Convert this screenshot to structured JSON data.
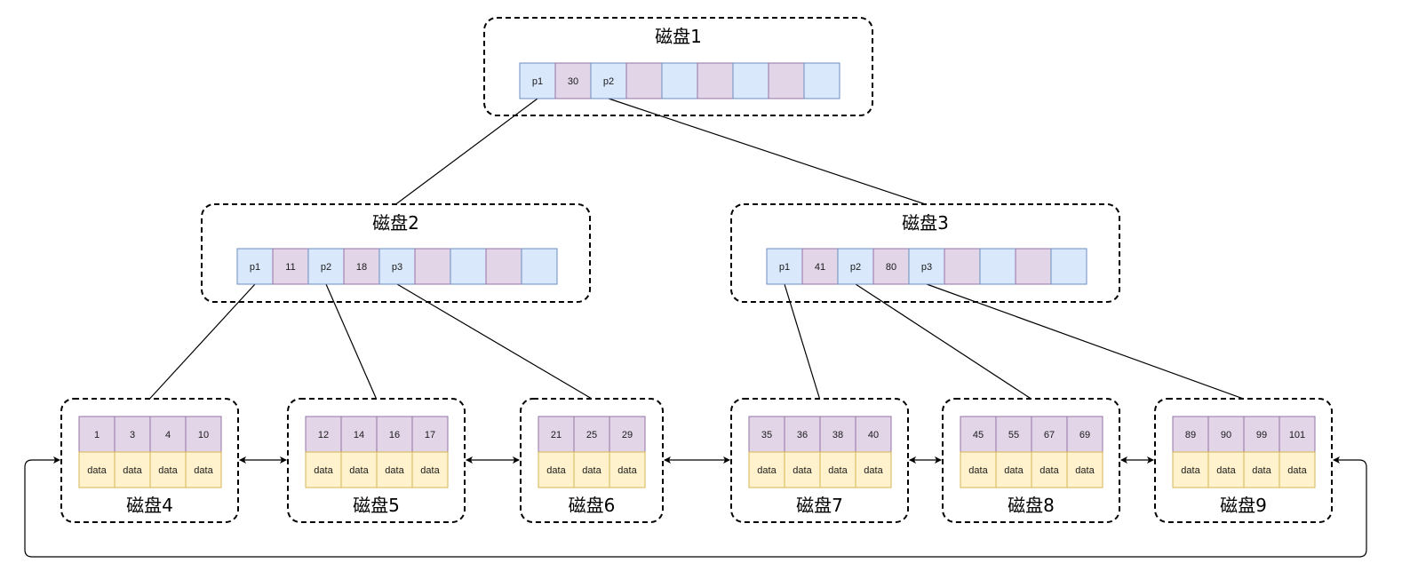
{
  "colors": {
    "pointer_fill": "#dae8fc",
    "pointer_stroke": "#6c8ebf",
    "key_fill": "#e1d5e7",
    "key_stroke": "#9673a6",
    "data_fill": "#fff2cc",
    "data_stroke": "#d6b656",
    "line": "#000000"
  },
  "internal_nodes": [
    {
      "id": "disk1",
      "label": "磁盘1",
      "cells": [
        {
          "kind": "p",
          "text": "p1"
        },
        {
          "kind": "k",
          "text": "30"
        },
        {
          "kind": "p",
          "text": "p2"
        },
        {
          "kind": "k",
          "text": ""
        },
        {
          "kind": "p",
          "text": ""
        },
        {
          "kind": "k",
          "text": ""
        },
        {
          "kind": "p",
          "text": ""
        },
        {
          "kind": "k",
          "text": ""
        },
        {
          "kind": "p",
          "text": ""
        }
      ]
    },
    {
      "id": "disk2",
      "label": "磁盘2",
      "cells": [
        {
          "kind": "p",
          "text": "p1"
        },
        {
          "kind": "k",
          "text": "11"
        },
        {
          "kind": "p",
          "text": "p2"
        },
        {
          "kind": "k",
          "text": "18"
        },
        {
          "kind": "p",
          "text": "p3"
        },
        {
          "kind": "k",
          "text": ""
        },
        {
          "kind": "p",
          "text": ""
        },
        {
          "kind": "k",
          "text": ""
        },
        {
          "kind": "p",
          "text": ""
        }
      ]
    },
    {
      "id": "disk3",
      "label": "磁盘3",
      "cells": [
        {
          "kind": "p",
          "text": "p1"
        },
        {
          "kind": "k",
          "text": "41"
        },
        {
          "kind": "p",
          "text": "p2"
        },
        {
          "kind": "k",
          "text": "80"
        },
        {
          "kind": "p",
          "text": "p3"
        },
        {
          "kind": "k",
          "text": ""
        },
        {
          "kind": "p",
          "text": ""
        },
        {
          "kind": "k",
          "text": ""
        },
        {
          "kind": "p",
          "text": ""
        }
      ]
    }
  ],
  "leaf_nodes": [
    {
      "id": "disk4",
      "label": "磁盘4",
      "keys": [
        "1",
        "3",
        "4",
        "10"
      ],
      "data": [
        "data",
        "data",
        "data",
        "data"
      ]
    },
    {
      "id": "disk5",
      "label": "磁盘5",
      "keys": [
        "12",
        "14",
        "16",
        "17"
      ],
      "data": [
        "data",
        "data",
        "data",
        "data"
      ]
    },
    {
      "id": "disk6",
      "label": "磁盘6",
      "keys": [
        "21",
        "25",
        "29"
      ],
      "data": [
        "data",
        "data",
        "data"
      ]
    },
    {
      "id": "disk7",
      "label": "磁盘7",
      "keys": [
        "35",
        "36",
        "38",
        "40"
      ],
      "data": [
        "data",
        "data",
        "data",
        "data"
      ]
    },
    {
      "id": "disk8",
      "label": "磁盘8",
      "keys": [
        "45",
        "55",
        "67",
        "69"
      ],
      "data": [
        "data",
        "data",
        "data",
        "data"
      ]
    },
    {
      "id": "disk9",
      "label": "磁盘9",
      "keys": [
        "89",
        "90",
        "99",
        "101"
      ],
      "data": [
        "data",
        "data",
        "data",
        "data"
      ]
    }
  ],
  "tree_edges": [
    {
      "from": "disk1",
      "pointer": "p1",
      "to": "disk2"
    },
    {
      "from": "disk1",
      "pointer": "p2",
      "to": "disk3"
    },
    {
      "from": "disk2",
      "pointer": "p1",
      "to": "disk4"
    },
    {
      "from": "disk2",
      "pointer": "p2",
      "to": "disk5"
    },
    {
      "from": "disk2",
      "pointer": "p3",
      "to": "disk6"
    },
    {
      "from": "disk3",
      "pointer": "p1",
      "to": "disk7"
    },
    {
      "from": "disk3",
      "pointer": "p2",
      "to": "disk8"
    },
    {
      "from": "disk3",
      "pointer": "p3",
      "to": "disk9"
    }
  ],
  "leaf_links": [
    {
      "between": [
        "disk4",
        "disk5"
      ],
      "type": "bidirectional"
    },
    {
      "between": [
        "disk5",
        "disk6"
      ],
      "type": "bidirectional"
    },
    {
      "between": [
        "disk6",
        "disk7"
      ],
      "type": "bidirectional"
    },
    {
      "between": [
        "disk7",
        "disk8"
      ],
      "type": "bidirectional"
    },
    {
      "between": [
        "disk8",
        "disk9"
      ],
      "type": "bidirectional"
    },
    {
      "between": [
        "disk4",
        "disk9"
      ],
      "type": "loop-bidirectional"
    }
  ]
}
